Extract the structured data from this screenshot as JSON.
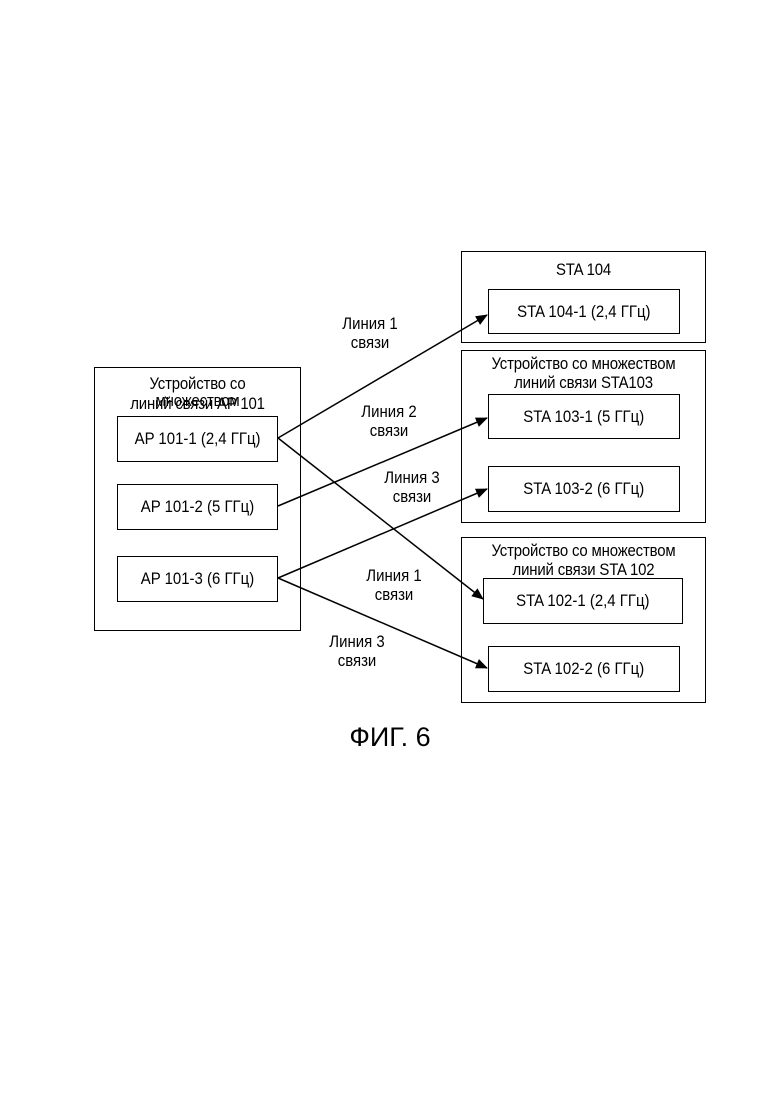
{
  "ap_device": {
    "title_line1": "Устройство со множеством",
    "title_line2": "линий связи AP 101",
    "links": [
      "AP 101-1 (2,4 ГГц)",
      "AP 101-2 (5 ГГц)",
      "AP 101-3 (6 ГГц)"
    ]
  },
  "sta104": {
    "title": "STA 104",
    "links": [
      "STA 104-1 (2,4 ГГц)"
    ]
  },
  "sta103": {
    "title_line1": "Устройство со множеством",
    "title_line2": "линий связи STA103",
    "links": [
      "STA 103-1 (5 ГГц)",
      "STA 103-2 (6 ГГц)"
    ]
  },
  "sta102": {
    "title_line1": "Устройство со множеством",
    "title_line2": "линий связи STA 102",
    "links": [
      "STA 102-1 (2,4 ГГц)",
      "STA 102-2 (6 ГГц)"
    ]
  },
  "link_labels": [
    {
      "line1": "Линия 1",
      "line2": "связи"
    },
    {
      "line1": "Линия 2",
      "line2": "связи"
    },
    {
      "line1": "Линия 3",
      "line2": "связи"
    },
    {
      "line1": "Линия 1",
      "line2": "связи"
    },
    {
      "line1": "Линия 3",
      "line2": "связи"
    }
  ],
  "figure_caption": "ФИГ. 6"
}
